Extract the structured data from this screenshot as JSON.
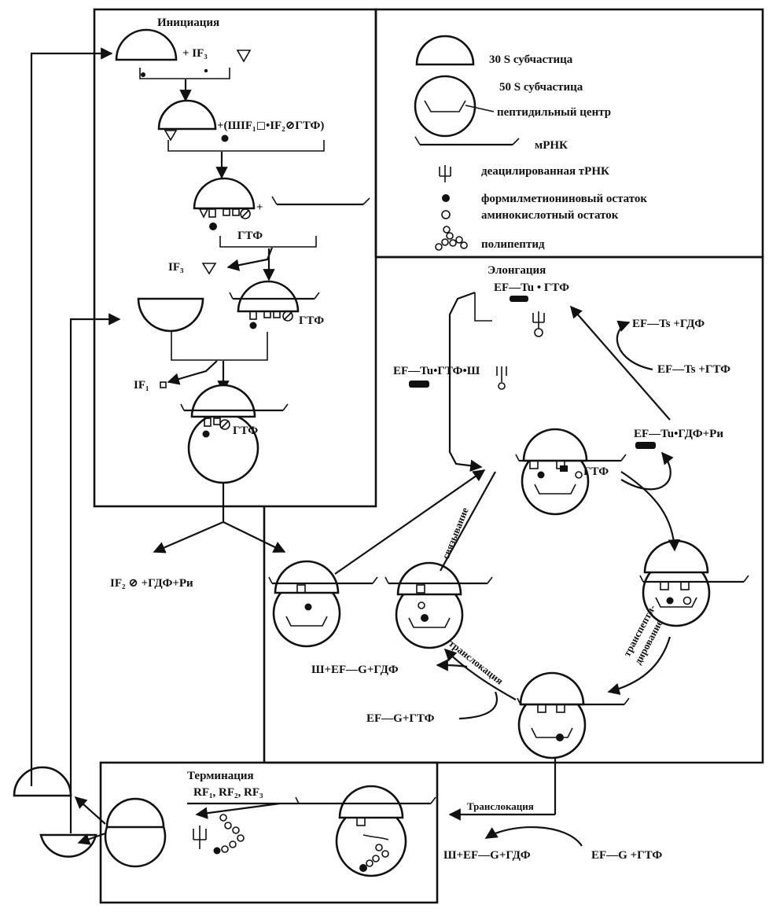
{
  "colors": {
    "ink": "#111111",
    "background": "#ffffff"
  },
  "sections": {
    "initiation": "Инициация",
    "elongation": "Элонгация",
    "termination": "Терминация"
  },
  "legend": {
    "sub30": "30 S субчастица",
    "sub50": "50 S субчастица",
    "peptidyl_center": "пептидильный центр",
    "mrna": "мРНК",
    "deacyl_trna": "деацилированная тРНК",
    "fmet": "формилметиониновый остаток",
    "amino": "аминокислотный остаток",
    "polypeptide": "полипептид"
  },
  "initiation": {
    "plus_if3": "+  IF₃",
    "plus_complex": "+(ШIF₁◻•IF₂⊘ГТФ)",
    "gtp1": "ГТФ",
    "if3_release": "IF₃",
    "gtp2": "ГТФ",
    "if1_release": "IF₁",
    "gtp3": "ГТФ",
    "if2_release": "IF₂ ⊘ +ГДФ+Pи"
  },
  "elongation": {
    "eftu_gtp": "EF—Tu • ГТФ",
    "ts_gdp": "EF—Ts +ГДФ",
    "ts_gtp": "EF—Ts +ГТФ",
    "eftu_gtp_trna": "EF—Tu•ГТФ•Ш",
    "eftu_gdp": "EF—Tu•ГДФ+Pи",
    "site_gtp": "ГТФ",
    "binding": "связывание",
    "transpeptidation_1": "транспепти-",
    "transpeptidation_2": "дирование",
    "translocation": "транслокация",
    "efg_release": "Ш+EF—G+ГДФ",
    "efg_gtp": "EF—G+ГТФ"
  },
  "termination": {
    "factors": "RF₁, RF₂, RF₃",
    "translocation": "Транслокация",
    "efg_release": "Ш+EF—G+ГДФ",
    "efg_gtp": "EF—G +ГТФ"
  }
}
